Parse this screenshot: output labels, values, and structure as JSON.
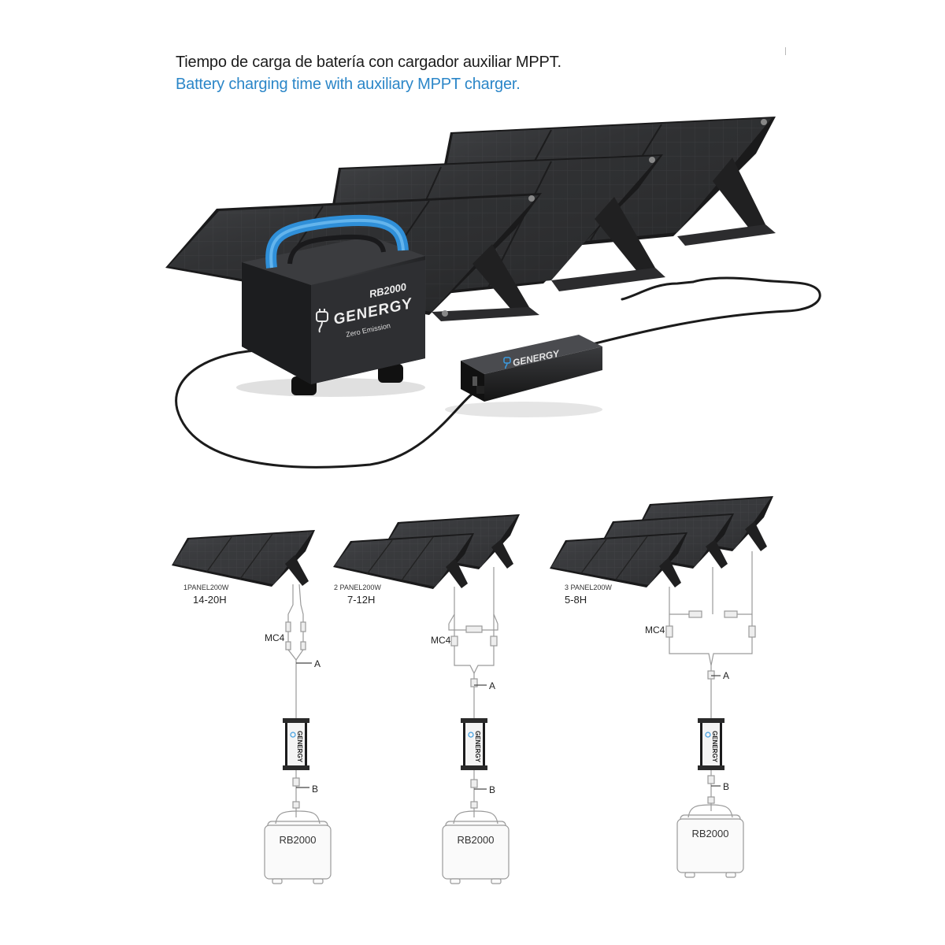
{
  "header": {
    "title_es": "Tiempo de carga de batería con cargador auxiliar MPPT.",
    "title_en": "Battery charging time with auxiliary MPPT charger.",
    "accent_color": "#2b86c8"
  },
  "hero": {
    "station_model": "RB2000",
    "station_brand": "GENERGY",
    "station_tagline": "Zero Emission",
    "controller_brand": "GENERGY",
    "handle_color": "#3a9be0"
  },
  "configs": [
    {
      "panel_label": "1PANEL200W",
      "time": "14-20H",
      "connector_label": "MC4",
      "cable_a": "A",
      "cable_b": "B",
      "station_label": "RB2000"
    },
    {
      "panel_label": "2 PANEL200W",
      "time": "7-12H",
      "connector_label": "MC4",
      "cable_a": "A",
      "cable_b": "B",
      "station_label": "RB2000"
    },
    {
      "panel_label": "3 PANEL200W",
      "time": "5-8H",
      "connector_label": "MC4",
      "cable_a": "A",
      "cable_b": "B",
      "station_label": "RB2000"
    }
  ],
  "icons": {
    "brand_logo": "plug-logo-icon",
    "controller": "mppt-controller-icon",
    "station": "power-station-icon"
  }
}
